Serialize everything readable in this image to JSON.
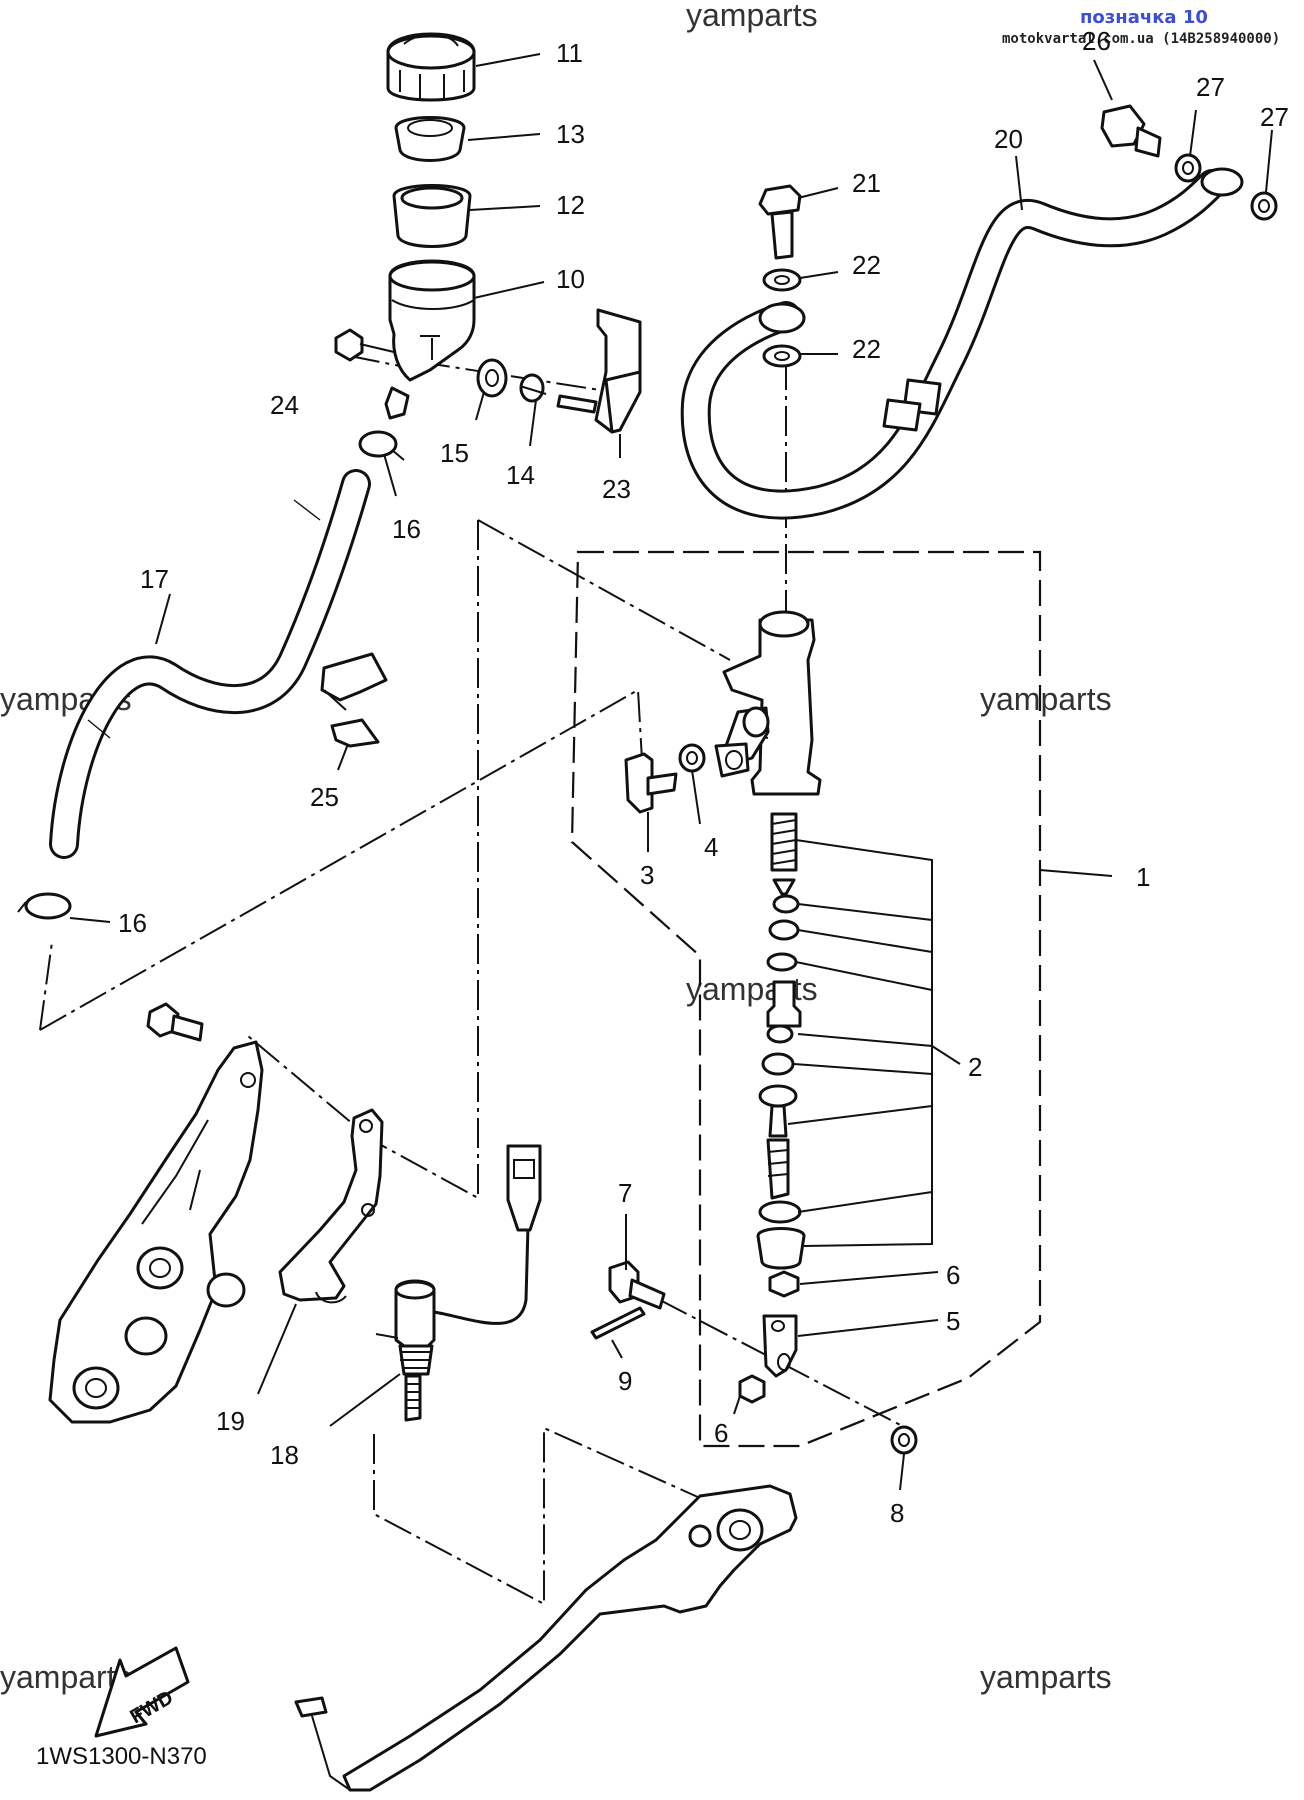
{
  "header": {
    "tag_label": "позначка 10",
    "site_ref": "motokvartal.com.ua (14B258940000)"
  },
  "diagram": {
    "code": "1WS1300-N370",
    "direction_label": "FWD",
    "watermarks": [
      "yamparts",
      "yamparts",
      "yamparts",
      "yamparts",
      "yamparts",
      "yamparts"
    ],
    "callouts": [
      "11",
      "13",
      "12",
      "10",
      "24",
      "15",
      "14",
      "23",
      "16",
      "17",
      "25",
      "16",
      "21",
      "22",
      "22",
      "20",
      "26",
      "27",
      "27",
      "1",
      "3",
      "4",
      "2",
      "6",
      "5",
      "6",
      "7",
      "9",
      "8",
      "19",
      "18"
    ]
  }
}
